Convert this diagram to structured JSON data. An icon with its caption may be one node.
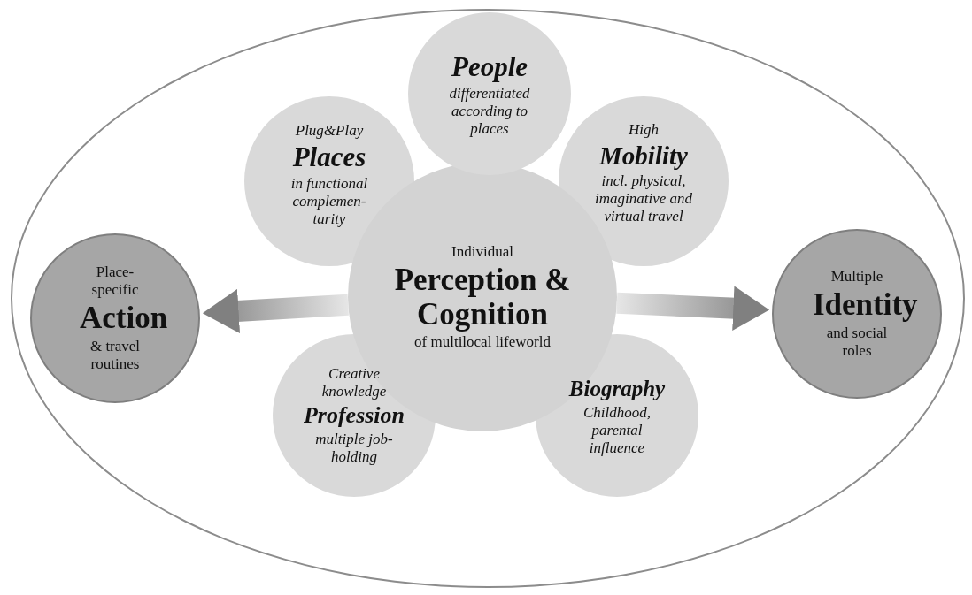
{
  "diagram": {
    "nodes": [
      {
        "text": [],
        "shape": "ellipse"
      },
      {
        "text": [
          "People",
          "differentiated according to places"
        ],
        "in": 0
      },
      {
        "text": [
          "Plug&Play",
          "Places",
          "in functional complemen-tarity"
        ],
        "in": 0
      },
      {
        "text": [
          "High",
          "Mobility",
          "incl. physical, imaginative and virtual travel"
        ],
        "in": 0
      },
      {
        "text": [
          "Place-specific",
          "Action",
          "& travel routines"
        ],
        "in": 0
      },
      {
        "text": [
          "Individual",
          "Perception & Cognition",
          "of multilocal lifeworld"
        ],
        "in": 0
      },
      {
        "text": [
          "Multiple",
          "Identity",
          "and social roles"
        ],
        "in": 0
      },
      {
        "text": [
          "Creative knowledge",
          "Profession",
          "multiple job-holding"
        ],
        "in": 0
      },
      {
        "text": [
          "Biography",
          "Childhood, parental influence"
        ],
        "in": 0
      }
    ],
    "edges": [
      {
        "from": 5,
        "to": 4,
        "arrow": "to",
        "style": "thick"
      },
      {
        "from": 5,
        "to": 6,
        "arrow": "to",
        "style": "thick"
      }
    ]
  }
}
